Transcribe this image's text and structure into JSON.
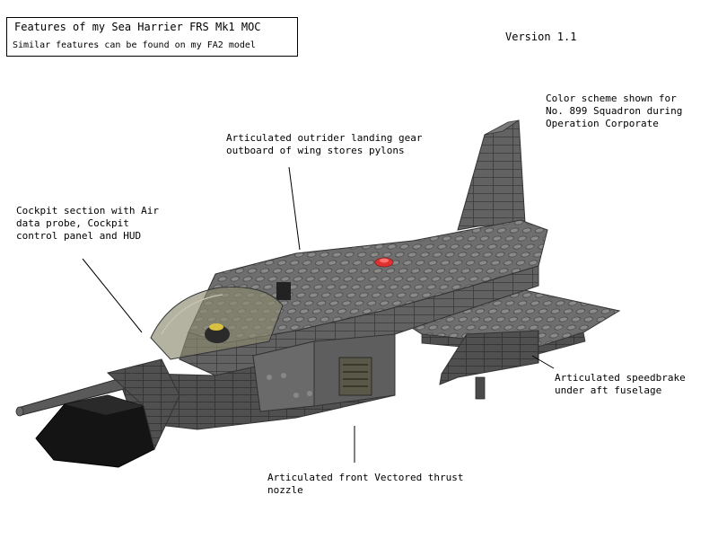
{
  "header": {
    "title": "Features of my Sea Harrier FRS Mk1 MOC",
    "subtitle": "Similar features can be found on my FA2 model"
  },
  "version": "Version 1.1",
  "notes": {
    "color_scheme": "Color scheme shown for\nNo. 899 Squadron during\nOperation Corporate",
    "landing_gear": "Articulated outrider landing gear\noutboard of wing stores pylons",
    "cockpit": "Cockpit section with Air\ndata probe, Cockpit\ncontrol panel and HUD",
    "speedbrake": "Articulated speedbrake\nunder aft fuselage",
    "nozzle": "Articulated front Vectored thrust\nnozzle"
  },
  "colors": {
    "brick_gray": "#6e6e6e",
    "brick_dark": "#4a4a4a",
    "brick_light": "#8a8a8a",
    "nose_black": "#141414",
    "canopy_tint": "#8c8a70",
    "marker_red": "#e03030"
  }
}
